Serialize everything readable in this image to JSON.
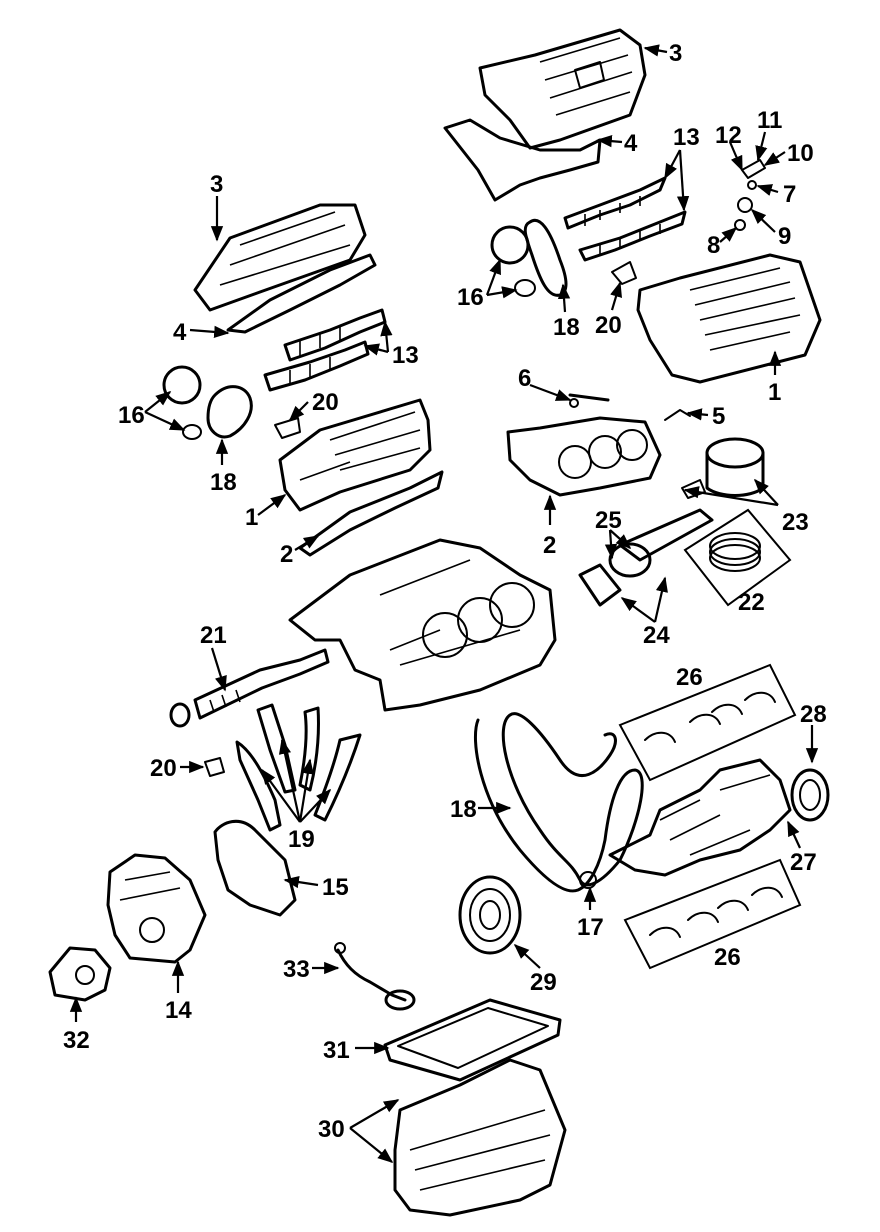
{
  "callouts": {
    "c1a": "3",
    "c1b": "4",
    "c1c": "13",
    "c1d": "12",
    "c1e": "11",
    "c1f": "10",
    "c1g": "7",
    "c1h": "8",
    "c1i": "9",
    "c1j": "16",
    "c1k": "18",
    "c1l": "20",
    "c1m": "1",
    "c2a": "3",
    "c2b": "4",
    "c2c": "13",
    "c2d": "16",
    "c2e": "18",
    "c2f": "20",
    "c2g": "1",
    "c2h": "2",
    "c3a": "6",
    "c3b": "5",
    "c3c": "2",
    "c3d": "23",
    "c3e": "25",
    "c3f": "22",
    "c3g": "24",
    "c4a": "21",
    "c4b": "26",
    "c4c": "28",
    "c4d": "20",
    "c4e": "19",
    "c4f": "18",
    "c4g": "27",
    "c4h": "15",
    "c4i": "17",
    "c4j": "26",
    "c4k": "33",
    "c4l": "29",
    "c4m": "14",
    "c4n": "32",
    "c4o": "31",
    "c4p": "30"
  }
}
